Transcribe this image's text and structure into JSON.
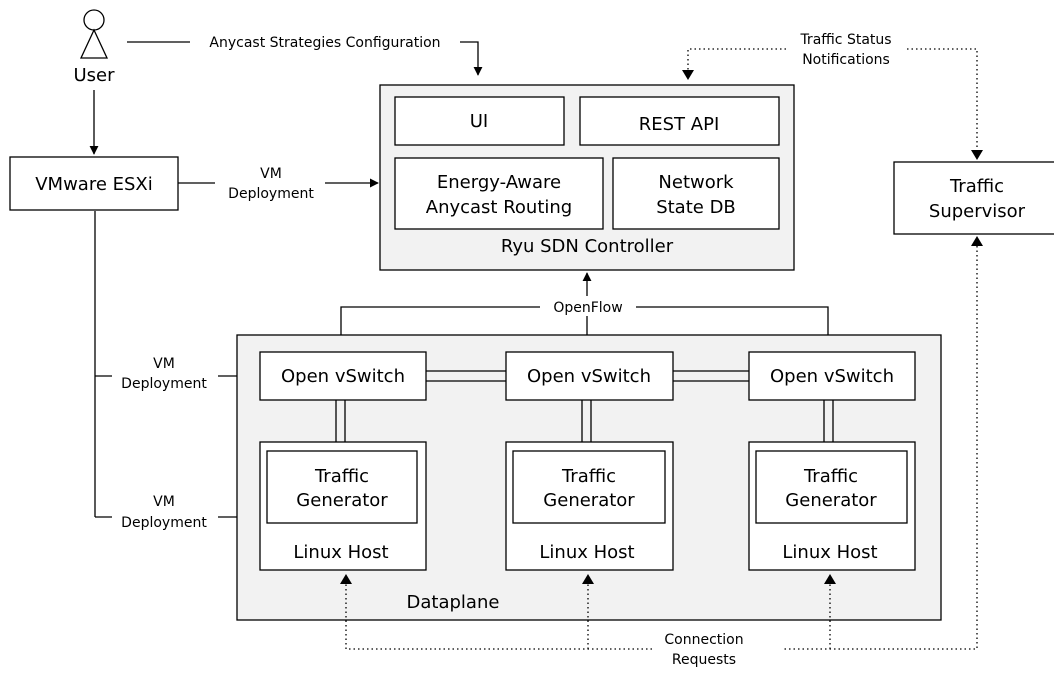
{
  "user": {
    "label": "User"
  },
  "esxi": {
    "label": "VMware ESXi"
  },
  "controller": {
    "title": "Ryu SDN Controller",
    "ui": "UI",
    "rest_api": "REST API",
    "routing_line1": "Energy-Aware",
    "routing_line2": "Anycast Routing",
    "statedb_line1": "Network",
    "statedb_line2": "State DB"
  },
  "supervisor": {
    "line1": "Traffic",
    "line2": "Supervisor"
  },
  "dataplane": {
    "label": "Dataplane",
    "switch_label": "Open vSwitch",
    "host_label": "Linux Host",
    "generator_line1": "Traffic",
    "generator_line2": "Generator"
  },
  "edges": {
    "anycast_config": "Anycast Strategies Configuration",
    "traffic_status_line1": "Traffic Status",
    "traffic_status_line2": "Notifications",
    "vm_line1": "VM",
    "vm_line2": "Deployment",
    "openflow": "OpenFlow",
    "connection_line1": "Connection",
    "connection_line2": "Requests"
  }
}
